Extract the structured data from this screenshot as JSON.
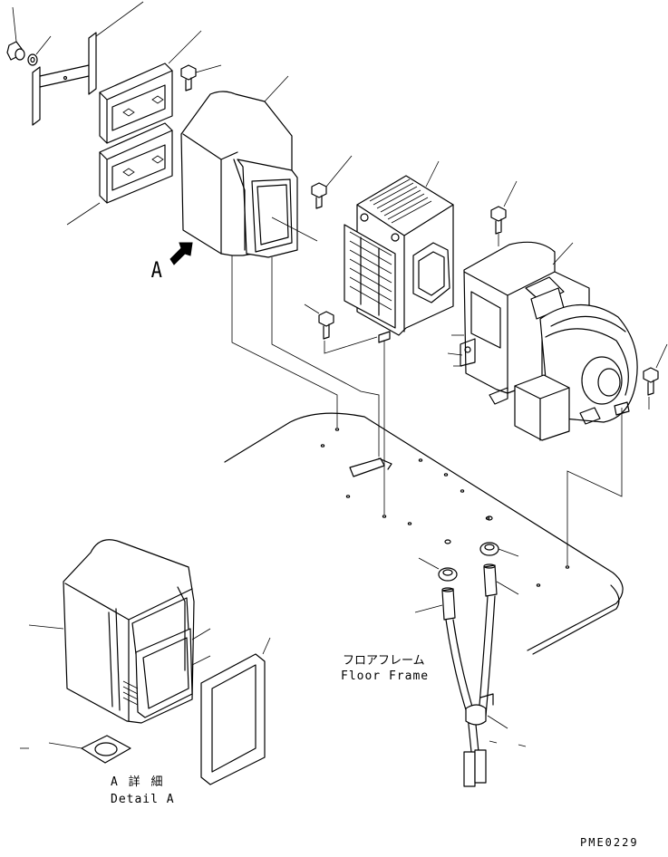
{
  "labels": {
    "view_marker": "A",
    "floor_frame_jp": "フロアフレーム",
    "floor_frame_en": "Floor Frame",
    "detail_jp": "A 詳 細",
    "detail_en": "Detail A",
    "drawing_code": "PME0229"
  }
}
